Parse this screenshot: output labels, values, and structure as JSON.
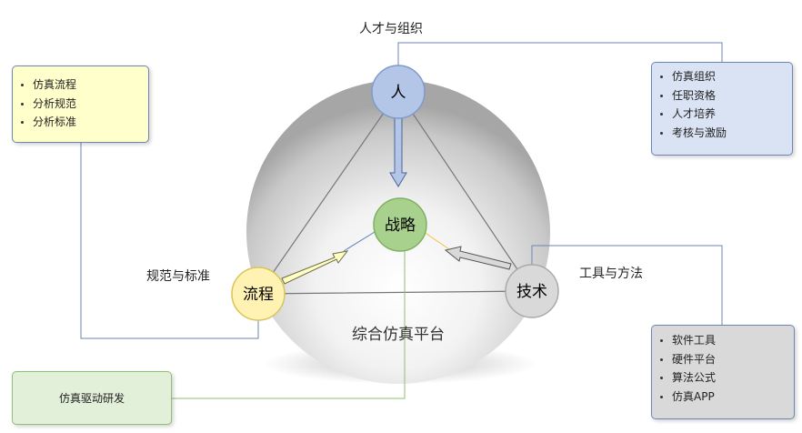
{
  "nodes": {
    "people": "人",
    "strategy": "战略",
    "process": "流程",
    "technology": "技术"
  },
  "labels": {
    "people": "人才与组织",
    "process": "规范与标准",
    "technology": "工具与方法",
    "platform": "综合仿真平台"
  },
  "boxes": {
    "process": [
      "仿真流程",
      "分析规范",
      "分析标准"
    ],
    "people": [
      "仿真组织",
      "任职资格",
      "人才培养",
      "考核与激励"
    ],
    "technology": [
      "软件工具",
      "硬件平台",
      "算法公式",
      "仿真APP"
    ],
    "research": "仿真驱动研发"
  },
  "colors": {
    "people_node": "#b4c6e7",
    "strategy_node": "#a9d18e",
    "process_node": "#fff2b3",
    "technology_node": "#d9d9d9",
    "process_box": "#ffffcc",
    "people_box": "#dae3f3",
    "technology_box": "#d9d9d9",
    "research_box": "#e2efd9",
    "connector": "#4a6496"
  }
}
